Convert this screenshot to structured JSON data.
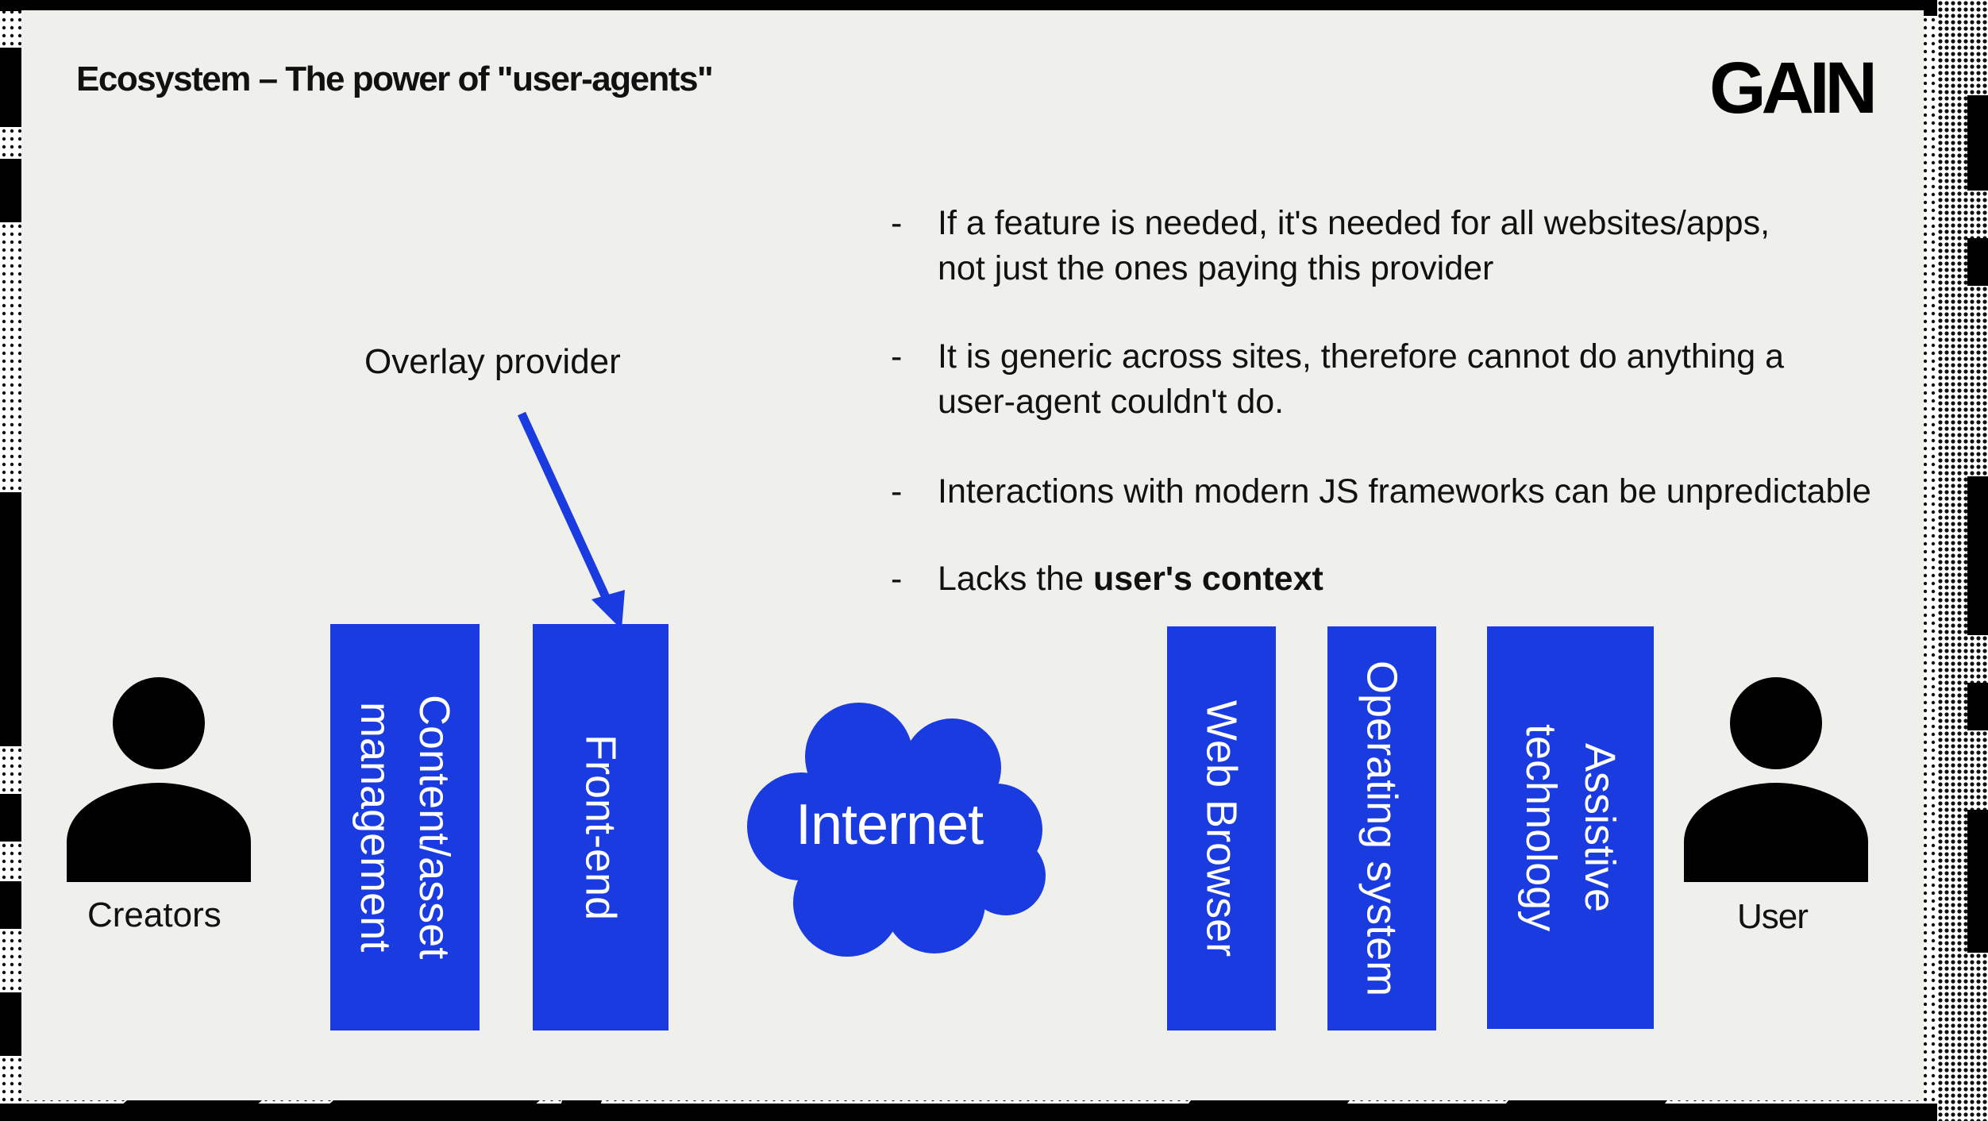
{
  "slide": {
    "title": "Ecosystem – The power of \"user-agents\"",
    "logo": "GAIN"
  },
  "bullets": [
    {
      "dash": "-",
      "line1": "If a feature is needed, it's needed for all websites/apps,",
      "line2": "not just the ones paying this provider"
    },
    {
      "dash": "-",
      "line1": "It is generic across sites, therefore cannot do anything a",
      "line2": "user-agent couldn't do."
    },
    {
      "dash": "-",
      "line1": "Interactions with modern JS frameworks can be unpredictable"
    },
    {
      "dash": "-",
      "prefix": "Lacks the ",
      "bold": "user's context"
    }
  ],
  "diagram": {
    "overlay_label": "Overlay provider",
    "creators_label": "Creators",
    "user_label": "User",
    "internet_label": "Internet",
    "boxes": {
      "content_line1": "Content/asset",
      "content_line2": "management",
      "frontend": "Front-end",
      "browser": "Web Browser",
      "os": "Operating system",
      "at_line1": "Assistive",
      "at_line2": "technology"
    },
    "colors": {
      "accent_blue": "#1a3be0",
      "background": "#efefeb",
      "ink": "#000000"
    },
    "icons": [
      "person-icon",
      "cloud-icon",
      "arrow-icon"
    ]
  }
}
